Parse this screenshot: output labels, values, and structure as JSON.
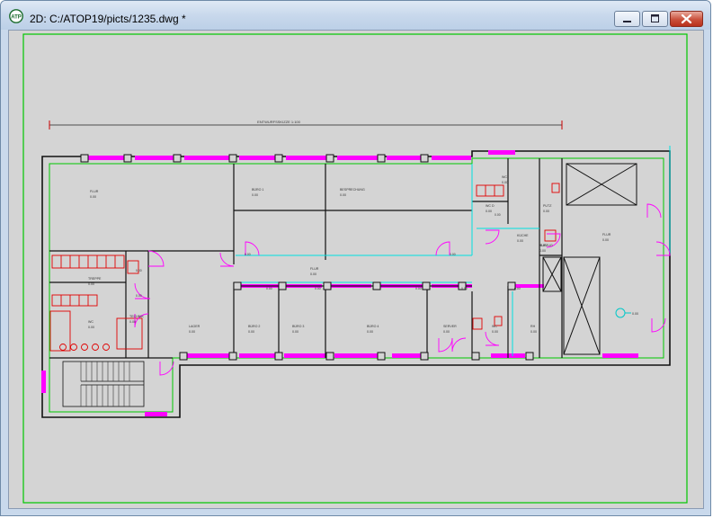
{
  "window": {
    "title": "2D: C:/ATOP19/picts/1235.dwg *",
    "app_icon_text": "ATP",
    "controls": {
      "minimize": "minimize",
      "maximize": "maximize",
      "close": "close"
    }
  },
  "drawing": {
    "colors": {
      "background": "#d4d4d4",
      "border_frame": "#00c800",
      "walls": "#111111",
      "windows": "#ff00ff",
      "glass_partitions": "#00e0e0",
      "doors": "#ff00ff",
      "fixtures": "#e00000",
      "labels": "#333333"
    },
    "dimension_line_label": "ENTWURFSSKIZZE 1:100",
    "rooms": [
      {
        "name": "FLUR",
        "area": "0.00"
      },
      {
        "name": "BÜRO 1",
        "area": "0.00"
      },
      {
        "name": "BESPRECHUNG",
        "area": "0.00"
      },
      {
        "name": "TREPPE",
        "area": "0.00"
      },
      {
        "name": "WC",
        "area": "0.00"
      },
      {
        "name": "TECHNIK",
        "area": "0.00"
      },
      {
        "name": "LAGER",
        "area": "0.00"
      },
      {
        "name": "WC D",
        "area": "0.00"
      },
      {
        "name": "FLUR",
        "area": "0.00"
      },
      {
        "name": "WC",
        "area": "0.00"
      },
      {
        "name": "KÜCHE",
        "area": "0.00"
      },
      {
        "name": "PUTZ",
        "area": "0.00"
      },
      {
        "name": "FLUR",
        "area": "0.00"
      },
      {
        "name": "BÜRO 2",
        "area": "0.00"
      },
      {
        "name": "BÜRO 3",
        "area": "0.00"
      },
      {
        "name": "BÜRO 4",
        "area": "0.00"
      },
      {
        "name": "SERVER",
        "area": "0.00"
      },
      {
        "name": "WC",
        "area": "0.00"
      },
      {
        "name": "RH",
        "area": "0.00"
      },
      {
        "name": "AUFZUG",
        "area": "0.00"
      }
    ],
    "door_tags": [
      "0.00",
      "0.00",
      "0.00",
      "0.00",
      "0.00",
      "0.00",
      "0.00",
      "0.00",
      "0.00",
      "0.00",
      "0.00"
    ],
    "elevation_tag": "0.00"
  }
}
